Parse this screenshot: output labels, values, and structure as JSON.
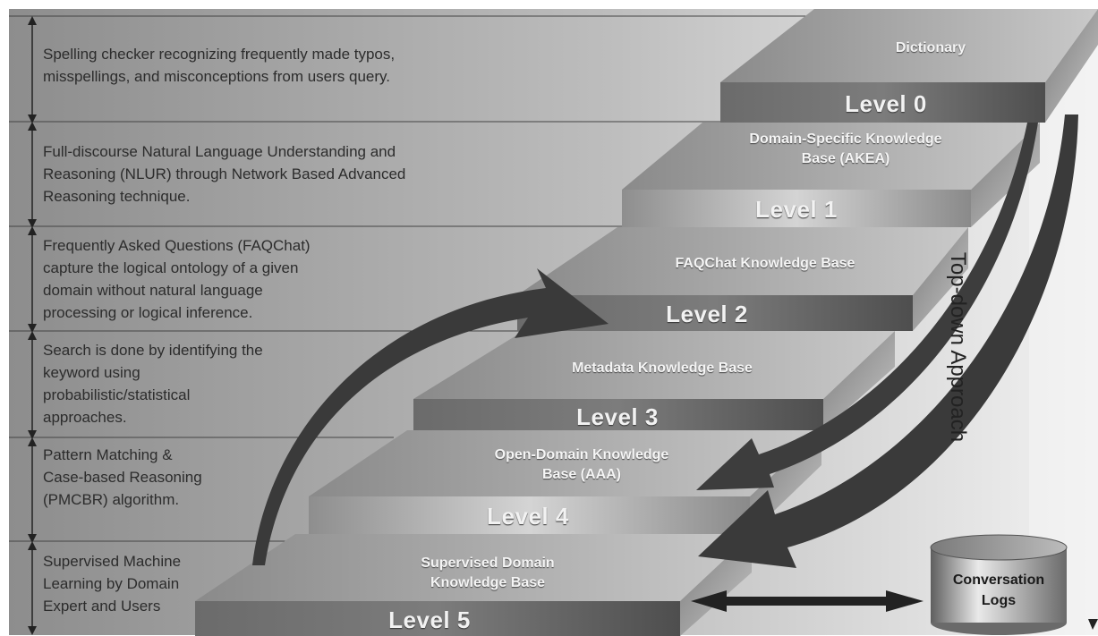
{
  "levels": [
    {
      "label": "Level 0",
      "kb": "Dictionary",
      "description": "Spelling checker  recognizing frequently made typos,\nmisspellings, and misconceptions from users query."
    },
    {
      "label": "Level 1",
      "kb": "Domain-Specific Knowledge\nBase (AKEA)",
      "description": "Full-discourse Natural Language Understanding and\nReasoning (NLUR)  through Network Based Advanced\nReasoning technique."
    },
    {
      "label": "Level 2",
      "kb": "FAQChat Knowledge Base",
      "description": "Frequently Asked Questions (FAQChat)\ncapture the logical ontology of a given\ndomain without natural language\nprocessing or logical inference."
    },
    {
      "label": "Level 3",
      "kb": "Metadata Knowledge Base",
      "description": "Search is done by identifying the\nkeyword  using\nprobabilistic/statistical\napproaches."
    },
    {
      "label": "Level 4",
      "kb": "Open-Domain Knowledge\nBase (AAA)",
      "description": "Pattern Matching &\nCase-based Reasoning\n(PMCBR) algorithm."
    },
    {
      "label": "Level 5",
      "kb": "Supervised Domain\nKnowledge Base",
      "description": "Supervised Machine\nLearning by Domain\nExpert and Users"
    }
  ],
  "side_label": "Top-down Approach",
  "storage_label": "Conversation\nLogs",
  "colors": {
    "step_top": "#8a8a8a",
    "step_front": "#6a6a6a",
    "arrow": "#333333",
    "bg": "#9a9a9a"
  }
}
